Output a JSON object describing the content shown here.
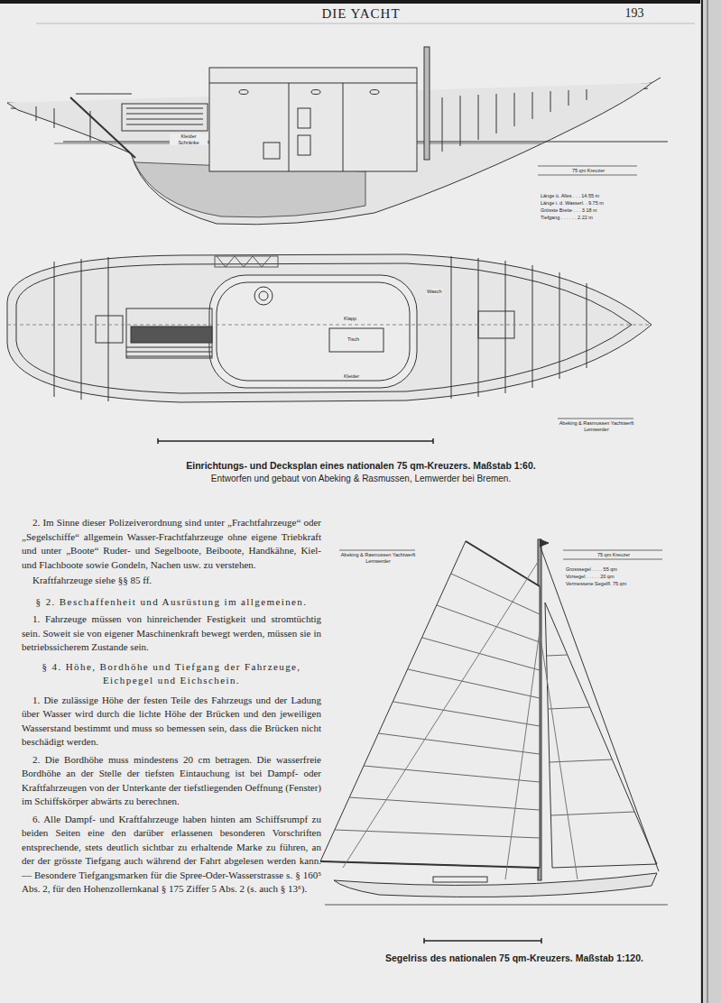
{
  "diagram": {
    "title": "DIE YACHT",
    "caption": "Einrichtungs- und Decksplan eines nationalen 75 qm-Kreuzers. Maßstab 1:60.",
    "labels": [
      "193",
      "Entworfen und gebaut von Abeking & Rasmussen, Lemwerder bei Bremen.",
      "2. Im Sinne dieser Polizeiverordnung sind unter „Frachtfahrzeuge“ oder „Segelschiffe“ allgemein Wasser-Frachtfahrzeuge ohne eigene Triebkraft und unter „Boote“ Ruder- und Segelboote, Beiboote, Handkähne, Kiel- und Flachboote sowie Gondeln, Nachen usw. zu verstehen.",
      "Kraftfahrzeuge siehe §§ 85 ff.",
      "§ 2. Beschaffenheit und Ausrüstung im allgemeinen.",
      "1. Fahrzeuge müssen von hinreichender Festigkeit und stromtüchtig sein. Soweit sie von eigener Maschinenkraft bewegt werden, müssen sie in betriebssicherem Zustande sein.",
      "§ 4. Höhe, Bordhöhe und Tiefgang der Fahrzeuge, Eichpegel und Eichschein.",
      "1. Die zulässige Höhe der festen Teile des Fahrzeugs und der Ladung über Wasser wird durch die lichte Höhe der Brücken und den jeweiligen Wasserstand bestimmt und muss so bemessen sein, dass die Brücken nicht beschädigt werden.",
      "2. Die Bordhöhe muss mindestens 20 cm betragen. Die wasserfreie Bordhöhe an der Stelle der tiefsten Eintauchung ist bei Dampf- oder Kraftfahrzeugen von der Unterkante der tiefstliegenden Oeffnung (Fenster) im Schiffskörper abwärts zu berechnen.",
      "6. Alle Dampf- und Kraftfahrzeuge haben hinten am Schiffsrumpf zu beiden Seiten eine den darüber erlassenen besonderen Vorschriften entsprechende, stets deutlich sichtbar zu erhaltende Marke zu führen, an der der grösste Tiefgang auch während der Fahrt abgelesen werden kann. — Besondere Tiefgangsmarken für die Spree-Oder-Wasserstrasse s. § 160⁵ Abs. 2, für den Hohenzollernkanal § 175 Ziffer 5 Abs. 2 (s. auch § 13⁶).",
      "Segelriss des nationalen 75 qm-Kreuzers. Maßstab 1:120.",
      "75 qm Kreuzer",
      "Länge ü. Alles . . . 14.55 m",
      "Länge i. d. Wasserl. . 9.75 m",
      "Grösste Breite . . . 3.18 m",
      "Tiefgang . . . . . . 2.22 m",
      "Abeking & Rasmussen Yachtwerft Lemwerder",
      "Abeking & Rasmussen Yachtwerft Lemwerder",
      "75 qm Kreuzer",
      "Grosssegel . . . . 55 qm",
      "Vorsegel . . . . . 20 qm",
      "Vermessene Segelfl. 75 qm",
      "Kleider",
      "Tisch",
      "Klapp",
      "Wasch",
      "Kleider Schränke"
    ]
  }
}
